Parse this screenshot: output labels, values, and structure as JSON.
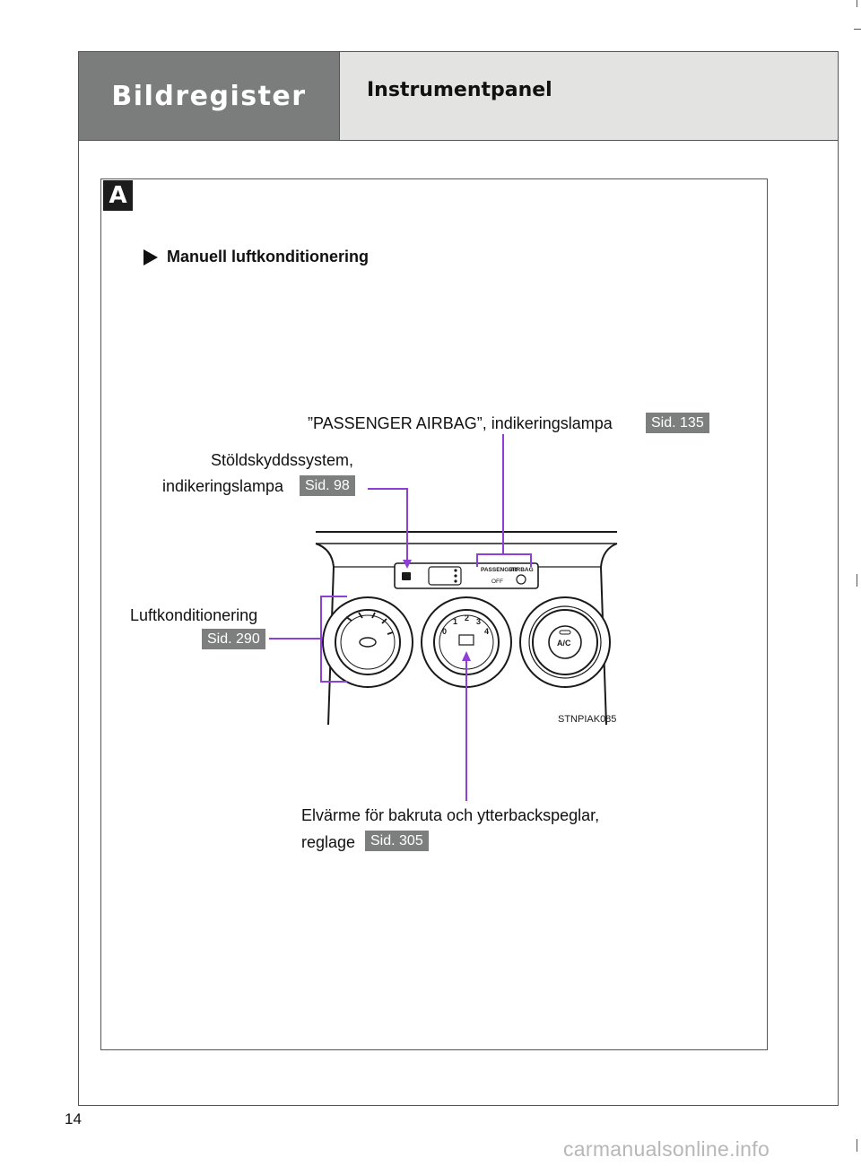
{
  "header": {
    "section": "Bildregister",
    "chapter": "Instrumentpanel"
  },
  "badge": "A",
  "subhead": "Manuell luftkonditionering",
  "callouts": {
    "airbag": {
      "text": "”PASSENGER AIRBAG”, indikeringslampa",
      "ref": "Sid. 135"
    },
    "theft": {
      "line1": "Stöldskyddssystem,",
      "line2": "indikeringslampa",
      "ref": "Sid. 98"
    },
    "ac": {
      "text": "Luftkonditionering",
      "ref": "Sid. 290"
    },
    "defogger": {
      "line1": "Elvärme för bakruta och ytterbackspeglar,",
      "line2": "reglage",
      "ref": "Sid. 305"
    }
  },
  "figure": {
    "code": "STNPIAK085",
    "panel_text": {
      "passenger": "PASSENGER",
      "airbag": "AIRBAG",
      "off": "OFF",
      "ac": "A/C"
    },
    "fan_speeds": [
      "0",
      "1",
      "2",
      "3",
      "4"
    ]
  },
  "page_number": "14",
  "watermark": "carmanualsonline.info",
  "colors": {
    "leader": "#8e3fd6",
    "tab": "#7a7d7c",
    "band": "#e3e4e1"
  }
}
